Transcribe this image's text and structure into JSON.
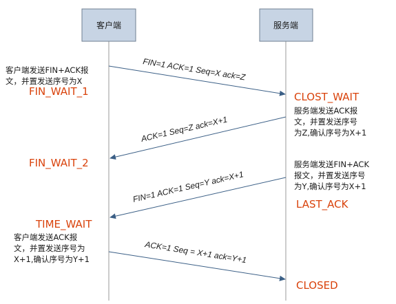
{
  "participants": {
    "client": "客户端",
    "server": "服务端"
  },
  "messages": [
    {
      "text": "FIN=1 ACK=1  Seq=X  ack=Z"
    },
    {
      "text": "ACK=1 Seq=Z ack=X+1"
    },
    {
      "text": "FIN=1 ACK=1  Seq=Y  ack=X+1"
    },
    {
      "text": "ACK=1 Seq = X+1 ack=Y+1"
    }
  ],
  "notes": {
    "client_1": [
      "客户端发送FIN+ACK报",
      "文，并置发送序号为X"
    ],
    "server_1": [
      "服务端发送ACK报",
      "文，并置发送序号",
      "为Z,确认序号为X+1"
    ],
    "server_2": [
      "服务端发送FIN+ACK",
      "报文，并置发送序号",
      "为Y,确认序号为X+1"
    ],
    "client_2": [
      "客户端发送ACK报",
      "文，并置发送序号为",
      "X+1,确认序号为Y+1"
    ]
  },
  "states": {
    "fin_wait_1": "FIN_WAIT_1",
    "clost_wait": "CLOST_WAIT",
    "fin_wait_2": "FIN_WAIT_2",
    "last_ack": "LAST_ACK",
    "time_wait": "TIME_WAIT",
    "closed": "CLOSED"
  },
  "colors": {
    "state": "#d9420b",
    "header_fill": "#c7d4e4",
    "arrow": "#3b5f86"
  }
}
